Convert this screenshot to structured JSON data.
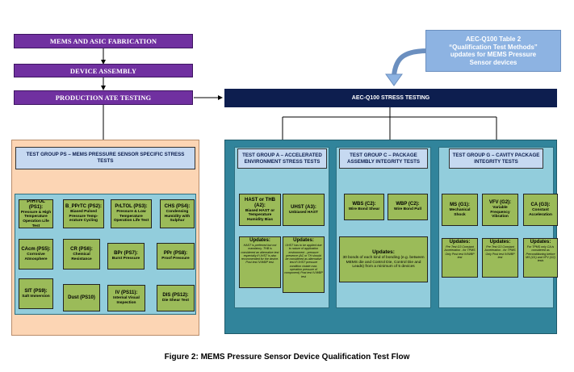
{
  "flow": {
    "fab": "MEMS AND ASIC FABRICATION",
    "assembly": "DEVICE ASSEMBLY",
    "production": "PRODUCTION ATE TESTING",
    "stress": "AEC-Q100 STRESS TESTING"
  },
  "aec_note": [
    "AEC-Q100 Table 2",
    "“Qualification Test Methods”",
    "updates for MEMS Pressure",
    "Sensor devices"
  ],
  "group_ps": {
    "header": "TEST GROUP PS – MEMS PRESSURE SENSOR SPECIFIC STRESS TESTS",
    "tests": [
      {
        "title": "PrHTOL (PS1):",
        "sub": "Pressure & High Temperature Operation Life Test"
      },
      {
        "title": "B_PPrTC (PS2):",
        "sub": "Biased Pulsed Pressure Temp-erature Cycling"
      },
      {
        "title": "PrLTOL (PS3):",
        "sub": "Pressure & Low Temperature Operation Life Test"
      },
      {
        "title": "CHS (PS4):",
        "sub": "Condensing Humidity with Sulphur"
      },
      {
        "title": "CAcm (PS5):",
        "sub": "Corrosive Atmosphere"
      },
      {
        "title": "CR (PS6):",
        "sub": "Chemical Resistance"
      },
      {
        "title": "BPr (PS7):",
        "sub": "Burst Pressure"
      },
      {
        "title": "PPr (PS8):",
        "sub": "Proof Pressure"
      },
      {
        "title": "SIT (PS9):",
        "sub": "Salt Immersion"
      },
      {
        "title": "Dust (PS10)",
        "sub": ""
      },
      {
        "title": "IV (PS11):",
        "sub": "Internal Visual Inspection"
      },
      {
        "title": "DIS (PS12):",
        "sub": "Die Shear Test"
      }
    ]
  },
  "group_a": {
    "header": "TEST GROUP A – ACCELERATED ENVIRONMENT STRESS TESTS",
    "tests": [
      {
        "title": "HAST or THB (A2):",
        "sub": "Biased HAST or Temperature Humidity Bias"
      },
      {
        "title": "UHST (A3):",
        "sub": "Unbiased HAST"
      }
    ],
    "updates": [
      {
        "title": "Updates:",
        "body": "HAST is preferred but not mandatory. THB is considered an alternative test especially if UHST is also recommended for the device. Post test IV/WBP test."
      },
      {
        "title": "Updates:",
        "body": "UHST has to be applied due to nature of application environment - pressure presence (AC or TH should be considered as alternative test if UHST pressure condition violate max. operation pressure of component) Post test IV/WBP test"
      }
    ]
  },
  "group_c": {
    "header": "TEST GROUP C – PACKAGE ASSEMBLY INTEGRITY TESTS",
    "tests": [
      {
        "title": "WBS (C2):",
        "sub": "Wire Bond Shear"
      },
      {
        "title": "WBP (C2):",
        "sub": "Wire Bond Pull"
      }
    ],
    "update": {
      "title": "Updates:",
      "body": "30 bonds of each kind of bonding  (e.g. between MEMS die and Control Die, Control Die and Leads)  from a minimum of 5 devices"
    }
  },
  "group_g": {
    "header": "TEST GROUP G – CAVITY PACKAGE INTEGRITY TESTS",
    "tests": [
      {
        "title": "MS (G1):",
        "sub": "Mechanical Shock"
      },
      {
        "title": "VFV (G2):",
        "sub": "Variable Frequency Vibration"
      },
      {
        "title": "CA (G3):",
        "sub": "Constant Acceleration"
      }
    ],
    "updates": [
      {
        "title": "Updates:",
        "body": "Pre Test G3 Constant Acceleration - for TPMS Only Post test IV/WBP test"
      },
      {
        "title": "Updates:",
        "body": "Pre Test G3 Constant Acceleration - for TPMS Only Post test IV/WBP test"
      },
      {
        "title": "Updates:",
        "body": "For TPMS only CA is considered as Preconditioning before MS (G1) and VFV (G2) tests"
      }
    ]
  },
  "caption": "Figure 2:  MEMS Pressure Sensor Device Qualification Test Flow",
  "colors": {
    "purple": "#7030a0",
    "navy": "#0d1e4f",
    "peach": "#fcd5b4",
    "teal": "#31849b",
    "light_teal": "#92cddc",
    "green": "#9bbb59",
    "header_blue": "#c6d9f1",
    "aec_blue": "#8db3e2"
  }
}
